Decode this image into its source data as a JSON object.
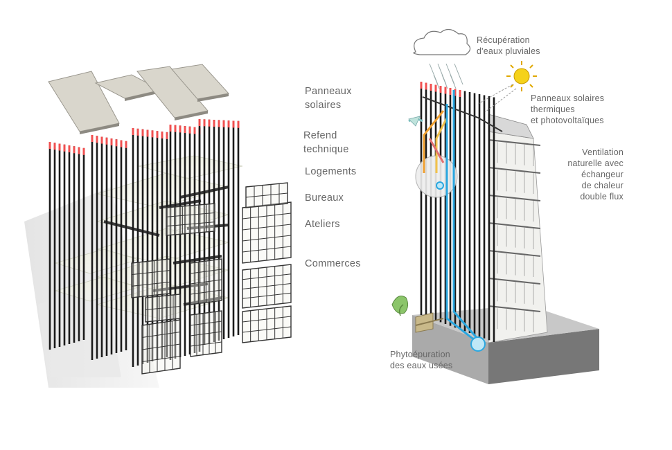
{
  "left_diagram": {
    "labels": [
      {
        "key": "solar",
        "text": "Panneaux\nsolaires"
      },
      {
        "key": "refend",
        "text": "Refend\ntechnique"
      },
      {
        "key": "logements",
        "text": "Logements"
      },
      {
        "key": "bureaux",
        "text": "Bureaux"
      },
      {
        "key": "ateliers",
        "text": "Ateliers"
      },
      {
        "key": "commerces",
        "text": "Commerces"
      }
    ]
  },
  "right_diagram": {
    "labels": [
      {
        "key": "rain",
        "text": "Récupération\nd'eaux pluviales"
      },
      {
        "key": "solar_thermal",
        "text": "Panneaux solaires\nthermiques\net photovoltaïques"
      },
      {
        "key": "ventilation",
        "text": "Ventilation\nnaturelle avec\néchangeur\nde chaleur\ndouble flux"
      },
      {
        "key": "phyto",
        "text": "Phytoépuration\ndes eaux usées"
      }
    ]
  },
  "colors": {
    "rod": "#1a1a1a",
    "rod_tip": "#f05050",
    "panel": "#d6d3c9",
    "glass": "#e8ead5",
    "water": "#2aa7e0",
    "sun": "#f5d21a",
    "plant": "#7bbf5a",
    "arrow_warm": "#f0a030"
  }
}
